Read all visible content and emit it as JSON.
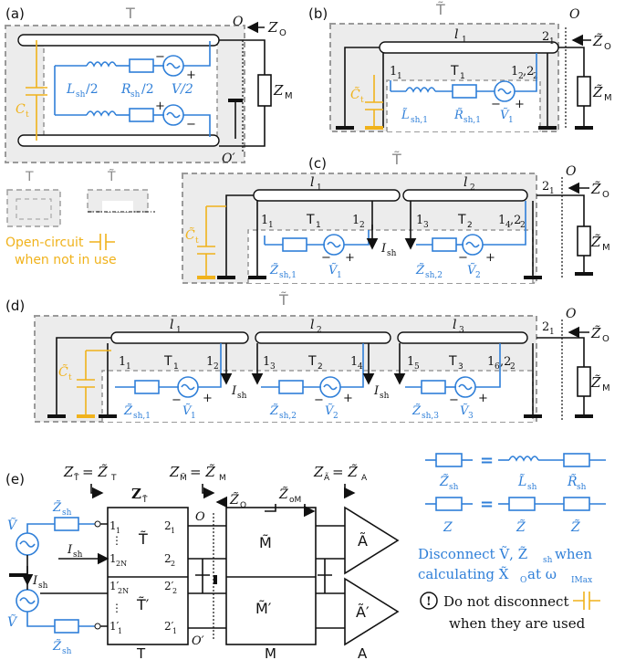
{
  "panels": {
    "a": {
      "label": "(a)",
      "box": "T",
      "o": "O",
      "oprime": "O′",
      "zo": "Z",
      "zo_sub": "O",
      "zm": "Z",
      "zm_sub": "M",
      "lsh": "L",
      "lsh_sub": "sh",
      "lsh_div": "/2",
      "rsh": "R",
      "rsh_sub": "sh",
      "rsh_div": "/2",
      "v": "V/2",
      "ct": "C",
      "ct_sub": "t"
    },
    "b": {
      "label": "(b)",
      "box": "T̃",
      "l": "l",
      "l_sub": "1",
      "node_left": "1",
      "node_left_sub": "1",
      "t": "T",
      "t_sub": "1",
      "node_right": "1",
      "node_right_sub": "2",
      "node_right2": ",2",
      "node_right2_sub": "2",
      "node_out": "2",
      "node_out_sub": "1",
      "o": "O",
      "zo": "Z̃",
      "zo_sub": "O",
      "zm": "Z̃",
      "zm_sub": "M",
      "lsh": "L̃",
      "lsh_sub": "sh,1",
      "rsh": "R̃",
      "rsh_sub": "sh,1",
      "v": "Ṽ",
      "v_sub": "1",
      "ct": "C̃",
      "ct_sub": "t"
    },
    "c": {
      "label": "(c)",
      "box": "T̃",
      "l1": "l",
      "l1_sub": "1",
      "l2": "l",
      "l2_sub": "2",
      "n11": "1",
      "n11_sub": "1",
      "t1": "T",
      "t1_sub": "1",
      "n12": "1",
      "n12_sub": "2",
      "n13": "1",
      "n13_sub": "3",
      "t2": "T",
      "t2_sub": "2",
      "n14": "1",
      "n14_sub": "4",
      "n14b": ",2",
      "n14b_sub": "2",
      "out": "2",
      "out_sub": "1",
      "o": "O",
      "zo": "Z̃",
      "zo_sub": "O",
      "zm": "Z̃",
      "zm_sub": "M",
      "ish": "I",
      "ish_sub": "sh",
      "zsh1": "Z̃",
      "zsh1_sub": "sh,1",
      "v1": "Ṽ",
      "v1_sub": "1",
      "zsh2": "Z̃",
      "zsh2_sub": "sh,2",
      "v2": "Ṽ",
      "v2_sub": "2",
      "ct": "C̃",
      "ct_sub": "t"
    },
    "d": {
      "label": "(d)",
      "box": "T̃",
      "l1": "l",
      "l1_sub": "1",
      "l2": "l",
      "l2_sub": "2",
      "l3": "l",
      "l3_sub": "3",
      "n1": "1",
      "n1_sub": "1",
      "t1": "T",
      "t1_sub": "1",
      "n2": "1",
      "n2_sub": "2",
      "n3": "1",
      "n3_sub": "3",
      "t2": "T",
      "t2_sub": "2",
      "n4": "1",
      "n4_sub": "4",
      "n5": "1",
      "n5_sub": "5",
      "t3": "T",
      "t3_sub": "3",
      "n6": "1",
      "n6_sub": "6",
      "n6b": ",2",
      "n6b_sub": "2",
      "out": "2",
      "out_sub": "1",
      "o": "O",
      "zo": "Z̃",
      "zo_sub": "O",
      "zm": "Z̃",
      "zm_sub": "M",
      "ish": "I",
      "ish_sub": "sh",
      "zsh1": "Z̃",
      "zsh1_sub": "sh,1",
      "v1": "Ṽ",
      "v1_sub": "1",
      "zsh2": "Z̃",
      "zsh2_sub": "sh,2",
      "v2": "Ṽ",
      "v2_sub": "2",
      "zsh3": "Z̃",
      "zsh3_sub": "sh,3",
      "v3": "Ṽ",
      "v3_sub": "3",
      "ct": "C̃",
      "ct_sub": "t"
    },
    "e": {
      "label": "(e)",
      "zt_eq": "Z",
      "zt_eq_sub": "T̃",
      "zt_rhs": " = Z̃",
      "zt_rhs_sub": "T",
      "zm_eq": "Z",
      "zm_eq_sub": "M̃",
      "zm_rhs": " = Z̃",
      "zm_rhs_sub": "M",
      "za_eq": "Z",
      "za_eq_sub": "Ã",
      "za_rhs": " = Z̃",
      "za_rhs_sub": "A",
      "zbold": "Z",
      "zbold_sub": "T̃",
      "zo": "Z̃",
      "zo_sub": "O",
      "zom": "Z̃",
      "zom_sub": "oM",
      "n11": "1",
      "n11_sub": "1",
      "dots": "⋮",
      "n12n": "1",
      "n12n_sub": "2N",
      "t": "T̃",
      "n21": "2",
      "n21_sub": "1",
      "n22": "2",
      "n22_sub": "2",
      "p12n": "1′",
      "p12n_sub": "2N",
      "tp": "T̃′",
      "p11": "1′",
      "p11_sub": "1",
      "p22": "2′",
      "p22_sub": "2",
      "p21": "2′",
      "p21_sub": "1",
      "o": "O",
      "oprime": "O′",
      "m": "M̃",
      "mp": "M̃′",
      "a": "Ã",
      "ap": "Ã′",
      "v": "Ṽ",
      "zsh": "Z̃",
      "zsh_sub": "sh",
      "ish": "I",
      "ish_sub": "sh",
      "cap_t": "T",
      "cap_m": "M",
      "cap_a": "A"
    }
  },
  "legend": {
    "box_label_t": "T",
    "box_label_tt": "T̃",
    "open_circuit_1": "Open-circuit",
    "open_circuit_2": "when not in use",
    "eq1_left": "Z̃",
    "eq1_left_sub": "sh",
    "eq1_mid": "L̃",
    "eq1_mid_sub": "sh",
    "eq1_right": "R̃",
    "eq1_right_sub": "sh",
    "eq2_left": "Z",
    "eq2_mid": "Z̃",
    "eq2_right": "Z̃",
    "note_1": "Disconnect Ṽ, Z̃",
    "note_1_sub": "sh",
    "note_1_end": " when",
    "note_2": "calculating X̃",
    "note_2_sub": "O",
    "note_2_end": " at ω",
    "note_2_sub2": "IMax",
    "warn_icon": "!",
    "warn_1": "Do not disconnect",
    "warn_2": "when they are used"
  },
  "colors": {
    "blue": "#2f7fd8",
    "orange": "#f0b21b",
    "gray_box": "#ececec",
    "black": "#111111"
  }
}
